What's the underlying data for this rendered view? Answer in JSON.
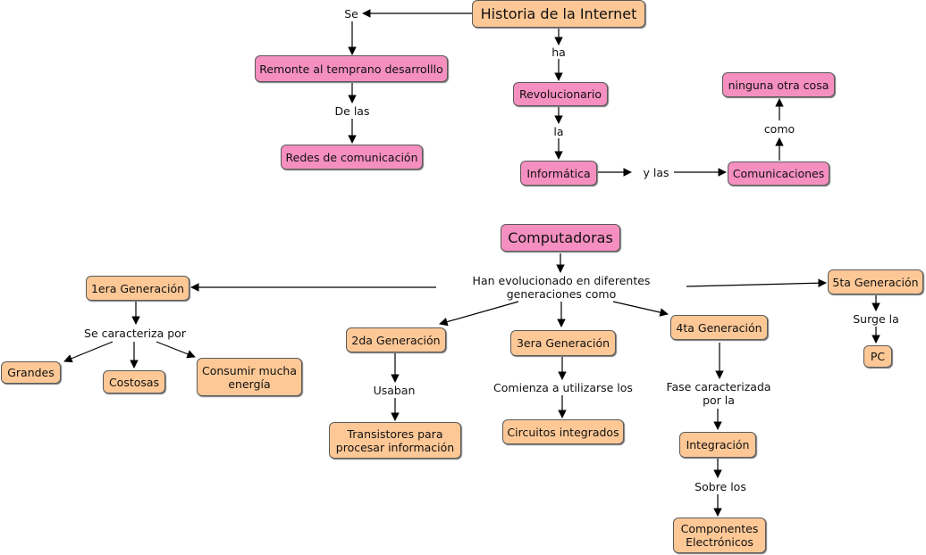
{
  "colors": {
    "pink": "#f58fc0",
    "peach": "#fdc896",
    "border": "#5a5a5a",
    "edge": "#000000"
  },
  "nodes": {
    "historia": "Historia de la Internet",
    "remonte": "Remonte al temprano desarrolllo",
    "redes": "Redes de comunicación",
    "revolucionario": "Revolucionario",
    "informatica": "Informática",
    "comunicaciones": "Comunicaciones",
    "ninguna": "ninguna otra cosa",
    "computadoras": "Computadoras",
    "gen1": "1era Generación",
    "grandes": "Grandes",
    "costosas": "Costosas",
    "consumir": "Consumir mucha energía",
    "gen2": "2da Generación",
    "transistores": "Transistores para procesar información",
    "gen3": "3era Generación",
    "circuitos": "Circuitos integrados",
    "gen4": "4ta Generación",
    "integracion": "Integración",
    "componentes": "Componentes Electrónicos",
    "gen5": "5ta Generación",
    "pc": "PC"
  },
  "links": {
    "se": "Se",
    "de_las": "De las",
    "ha": "ha",
    "la": "la",
    "y_las": "y las",
    "como": "como",
    "han_evolucionado": "Han evolucionado en diferentes generaciones como",
    "se_caracteriza": "Se caracteriza por",
    "usaban": "Usaban",
    "comienza": "Comienza a utilizarse los",
    "fase": "Fase caracterizada por la",
    "sobre_los": "Sobre los",
    "surge_la": "Surge la"
  }
}
